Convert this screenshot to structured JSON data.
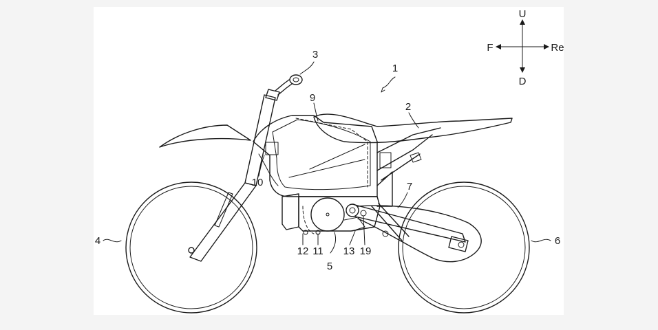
{
  "compass": {
    "up": "U",
    "down": "D",
    "front": "F",
    "rear": "Re"
  },
  "labels": {
    "l1": "1",
    "l2": "2",
    "l3": "3",
    "l4": "4",
    "l5": "5",
    "l6": "6",
    "l7": "7",
    "l9": "9",
    "l10": "10",
    "l11": "11",
    "l12": "12",
    "l13": "13",
    "l19": "19"
  }
}
